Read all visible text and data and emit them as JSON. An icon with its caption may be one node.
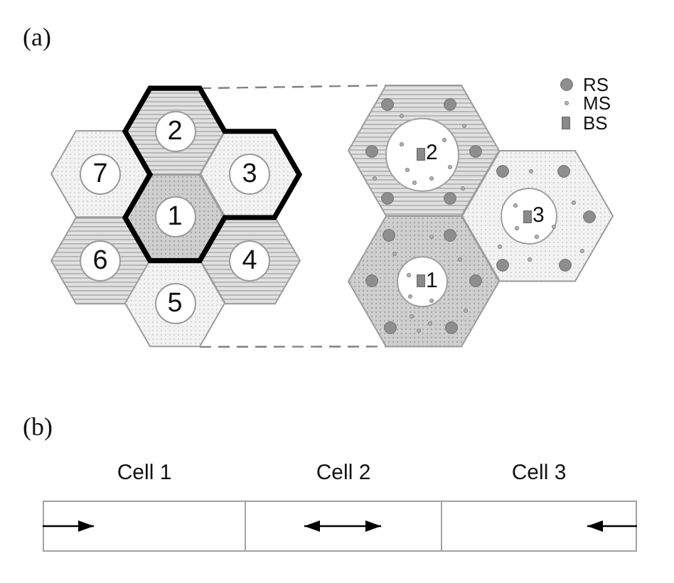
{
  "diagram": {
    "nodes": [
      {
        "text": [
          "2"
        ]
      },
      {
        "text": [
          "7"
        ]
      },
      {
        "text": [
          "3"
        ]
      },
      {
        "text": [
          "1"
        ]
      },
      {
        "text": [
          "6"
        ]
      },
      {
        "text": [
          "4"
        ]
      },
      {
        "text": [
          "5"
        ]
      },
      {
        "text": [
          "2"
        ]
      },
      {
        "text": [
          "3"
        ]
      },
      {
        "text": [
          "1"
        ]
      },
      {
        "text": [
          "Cell 1"
        ]
      },
      {
        "text": [
          "Cell 2"
        ]
      },
      {
        "text": [
          "Cell 3"
        ]
      }
    ],
    "edges": [
      {
        "from": 0,
        "to": 7,
        "arrow": "none",
        "style": "dashed"
      },
      {
        "from": 6,
        "to": 9,
        "arrow": "none",
        "style": "dashed"
      }
    ],
    "labels": [
      "(a)",
      "(b)"
    ],
    "legend": [
      {
        "text": "RS"
      },
      {
        "text": "MS"
      },
      {
        "text": "BS"
      }
    ]
  }
}
